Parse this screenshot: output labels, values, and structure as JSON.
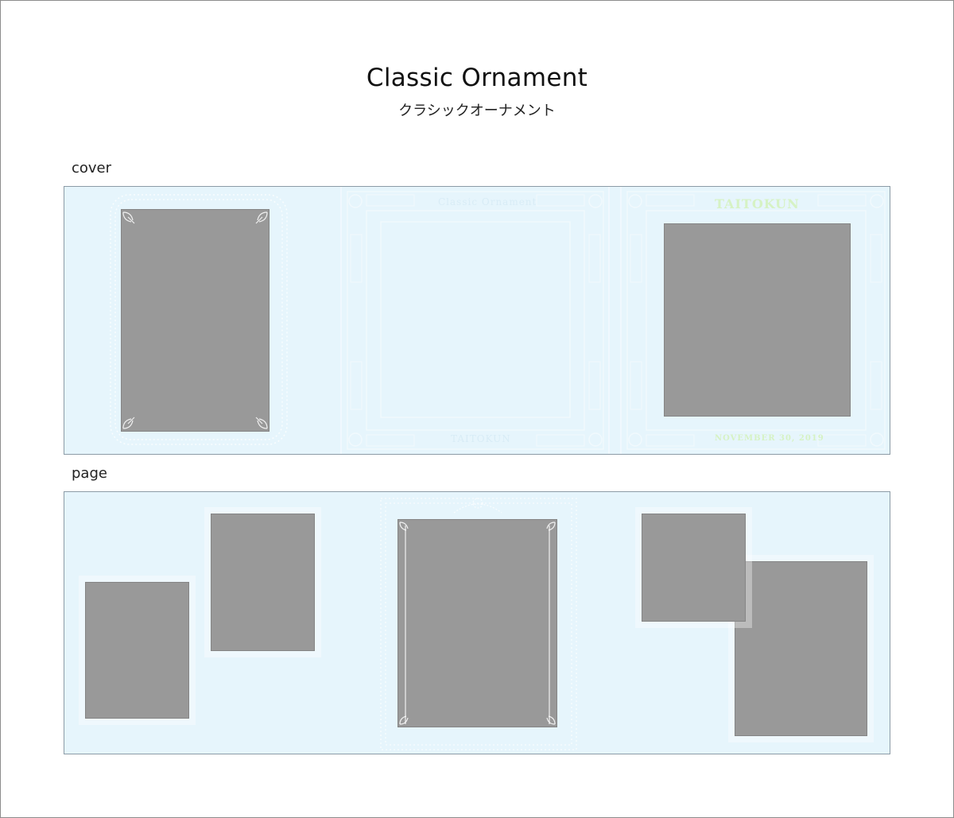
{
  "header": {
    "title": "Classic Ornament",
    "subtitle": "クラシックオーナメント"
  },
  "sections": {
    "cover_label": "cover",
    "page_label": "page"
  },
  "cover": {
    "title_text": "TAITOKUN",
    "date_text": "NOVEMBER 30, 2019",
    "spine_top_text": "Classic Ornament",
    "spine_bottom_text": "TAITOKUN"
  },
  "colors": {
    "panel_bg": "#e6f5fc",
    "photo_placeholder": "#999999",
    "ornament": "#ffffff",
    "cover_text": "#d6f2c4"
  }
}
